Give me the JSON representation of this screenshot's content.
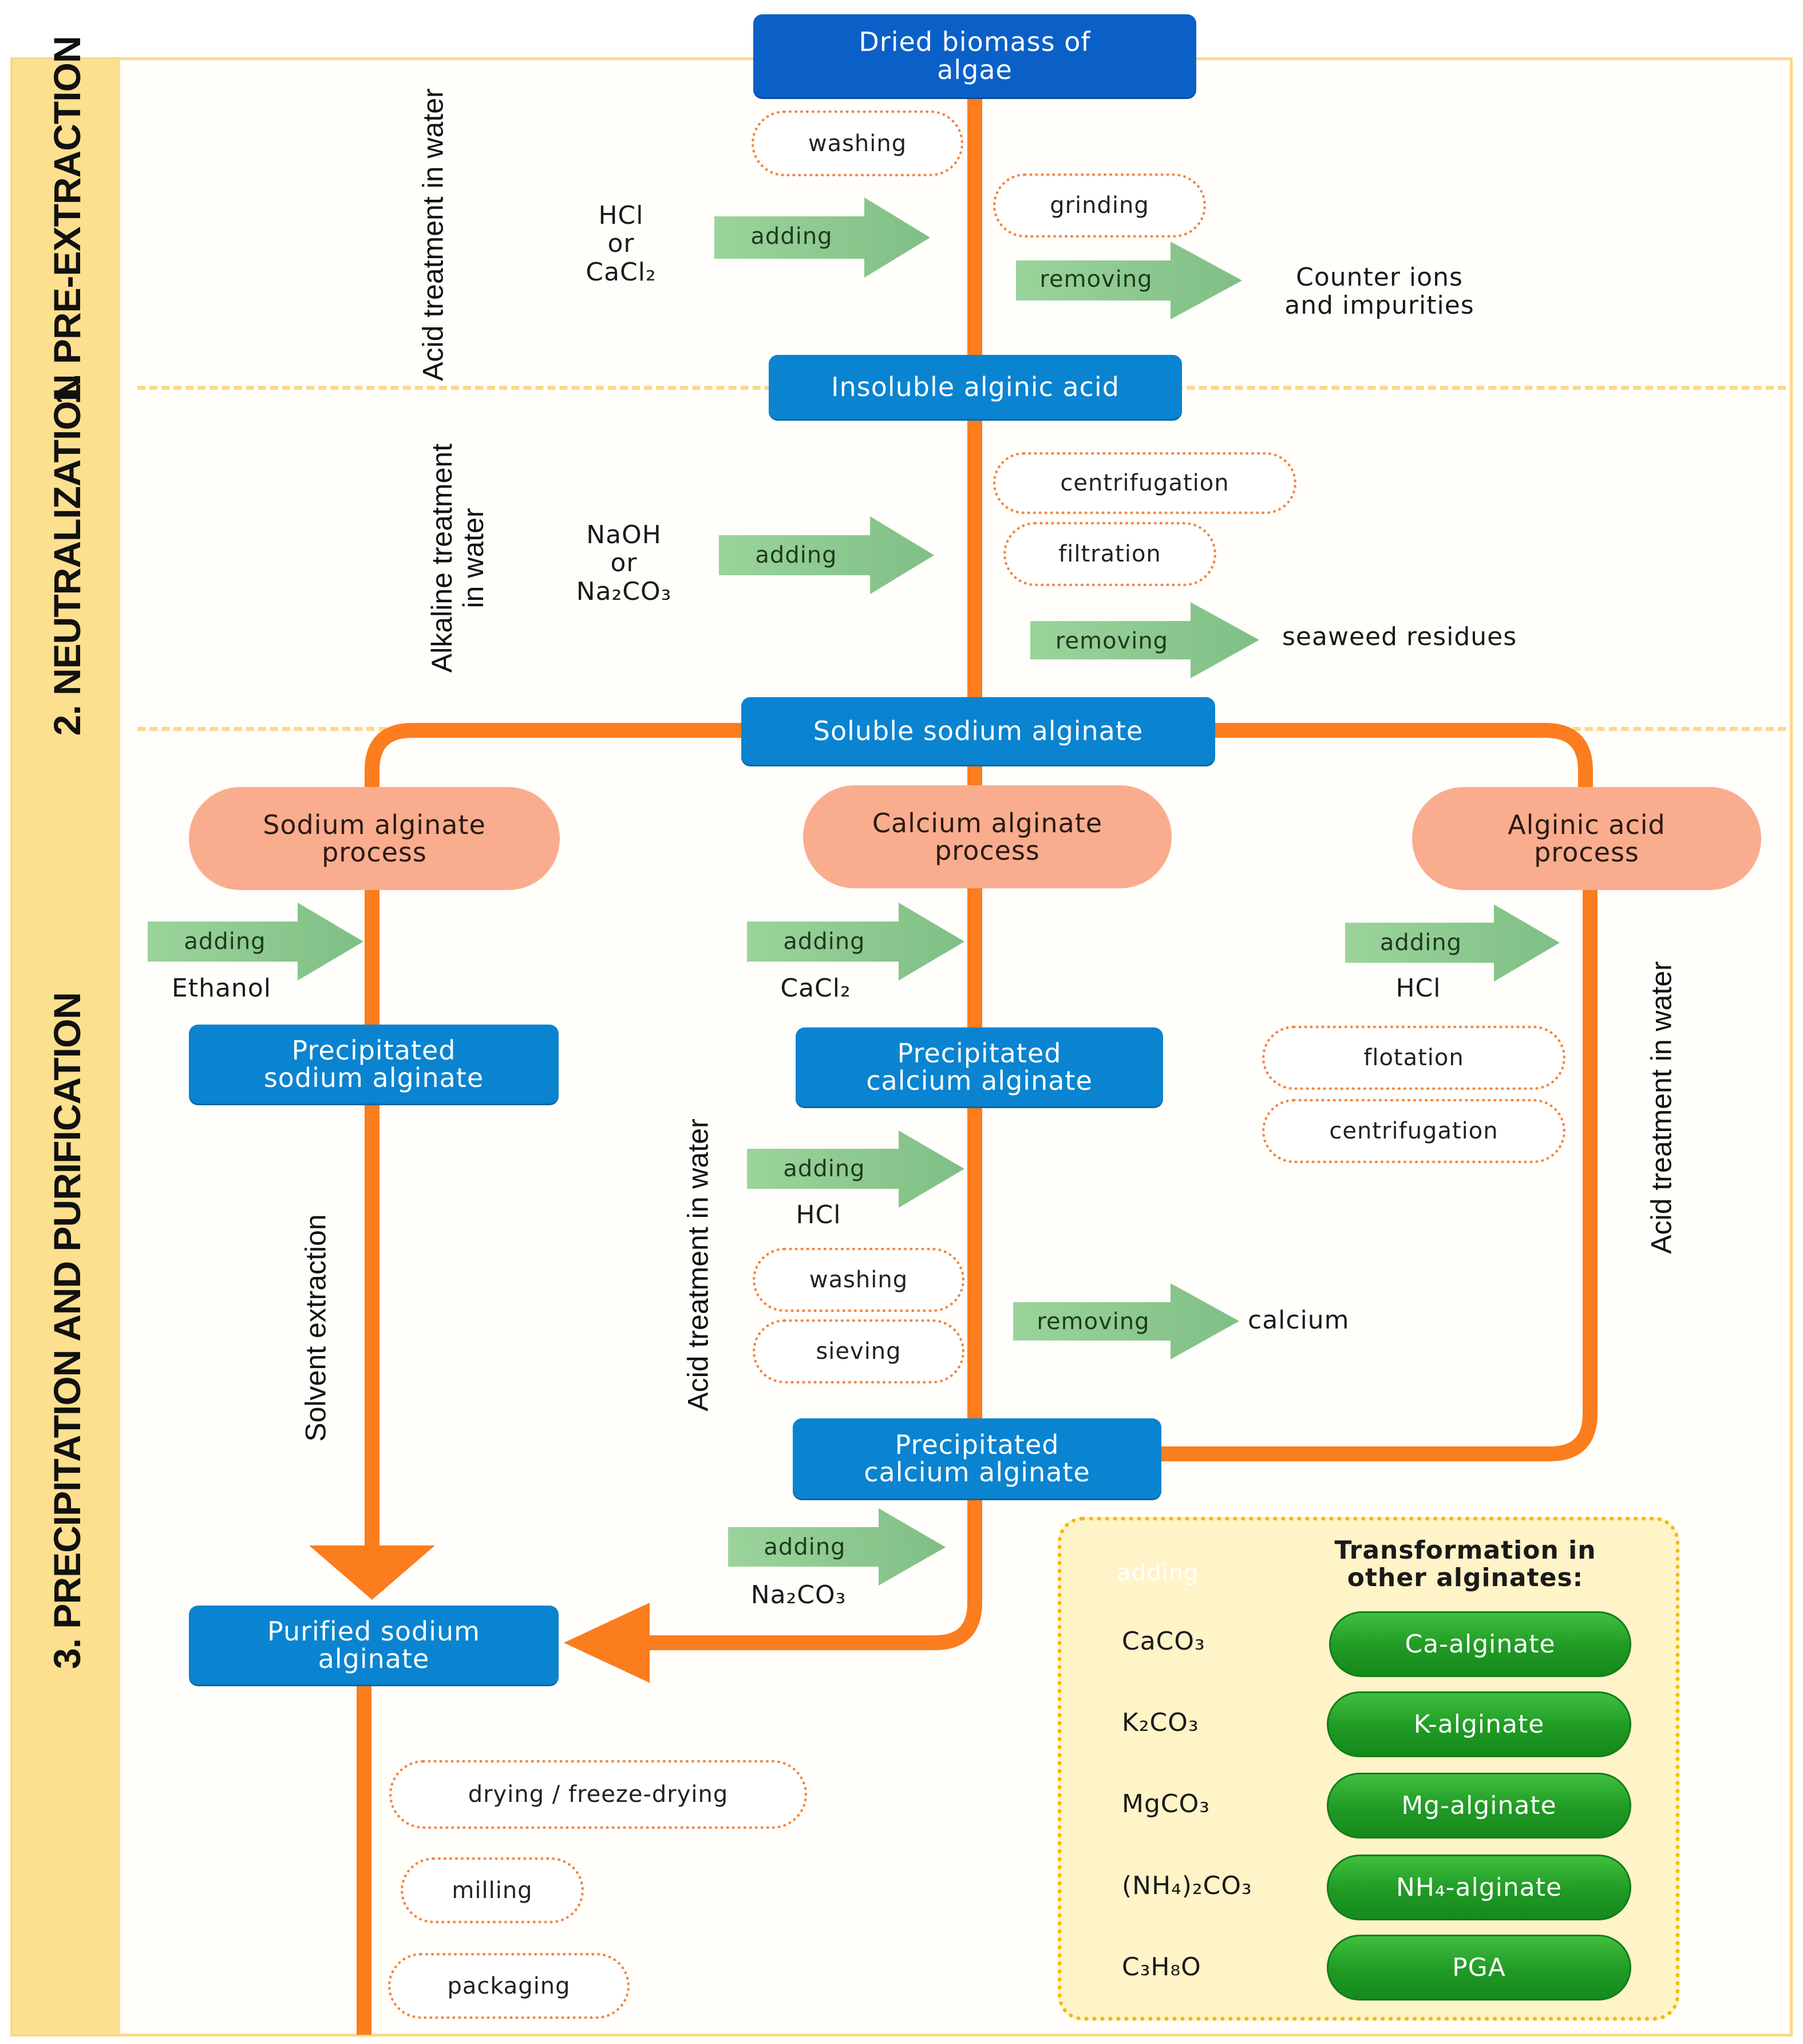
{
  "phases": {
    "pre_extraction": "1. PRE-EXTRACTION",
    "neutralization": "2. NEUTRALIZATION",
    "precipitation": "3. PRECIPITATION  AND  PURIFICATION"
  },
  "side_labels": {
    "acid_treatment_top": "Acid treatment in water",
    "alkaline_treatment": "Alkaline treatment in water",
    "acid_treatment_mid": "Acid treatment in water",
    "acid_treatment_right": "Acid treatment in water",
    "solvent_extraction": "Solvent extraction"
  },
  "boxes": {
    "dried_biomass": "Dried biomass of algae",
    "insoluble_alginic_acid": "Insoluble alginic acid",
    "soluble_sodium_alginate": "Soluble sodium alginate",
    "sodium_alginate_process": "Sodium alginate process",
    "calcium_alginate_process": "Calcium alginate process",
    "alginic_acid_process": "Alginic acid process",
    "precipitated_sodium_alginate": "Precipitated sodium alginate",
    "precipitated_calcium_alginate_1": "Precipitated calcium alginate",
    "precipitated_calcium_alginate_2": "Precipitated calcium alginate",
    "purified_sodium_alginate": "Purified sodium alginate"
  },
  "operations": {
    "washing_1": "washing",
    "grinding": "grinding",
    "centrifugation_1": "centrifugation",
    "filtration": "filtration",
    "flotation": "flotation",
    "centrifugation_2": "centrifugation",
    "washing_2": "washing",
    "sieving": "sieving",
    "drying": "drying / freeze-drying",
    "milling": "milling",
    "packaging": "packaging"
  },
  "arrows": {
    "adding": "adding",
    "removing": "removing"
  },
  "reagents": {
    "hcl_or_cacl2_l1": "HCl",
    "hcl_or_cacl2_l2": "or",
    "hcl_or_cacl2_l3": "CaCl₂",
    "naoh_l1": "NaOH",
    "naoh_l2": "or",
    "naoh_l3": "Na₂CO₃",
    "ethanol": "Ethanol",
    "cacl2": "CaCl₂",
    "hcl_right": "HCl",
    "hcl_mid": "HCl",
    "na2co3": "Na₂CO₃"
  },
  "removed": {
    "counter_ions_l1": "Counter ions",
    "counter_ions_l2": "and impurities",
    "seaweed_residues": "seaweed residues",
    "calcium": "calcium"
  },
  "transformation": {
    "title_l1": "Transformation in",
    "title_l2": "other alginates:",
    "rows": [
      {
        "reagent": "CaCO₃",
        "product": "Ca-alginate"
      },
      {
        "reagent": "K₂CO₃",
        "product": "K-alginate"
      },
      {
        "reagent": "MgCO₃",
        "product": "Mg-alginate"
      },
      {
        "reagent": "(NH₄)₂CO₃",
        "product": "NH₄-alginate"
      },
      {
        "reagent": "C₃H₈O",
        "product": "PGA"
      }
    ]
  },
  "colors": {
    "flow_line": "#fb7d1e",
    "blue_box": "#0a84d0",
    "dark_blue_box": "#0b60c8",
    "process_box": "#f9ad8e",
    "arrow_green": "#8fc98f",
    "product_green": "#1f9a24",
    "phase_stripe": "#fce08f",
    "dotted_border": "#f4843c"
  }
}
